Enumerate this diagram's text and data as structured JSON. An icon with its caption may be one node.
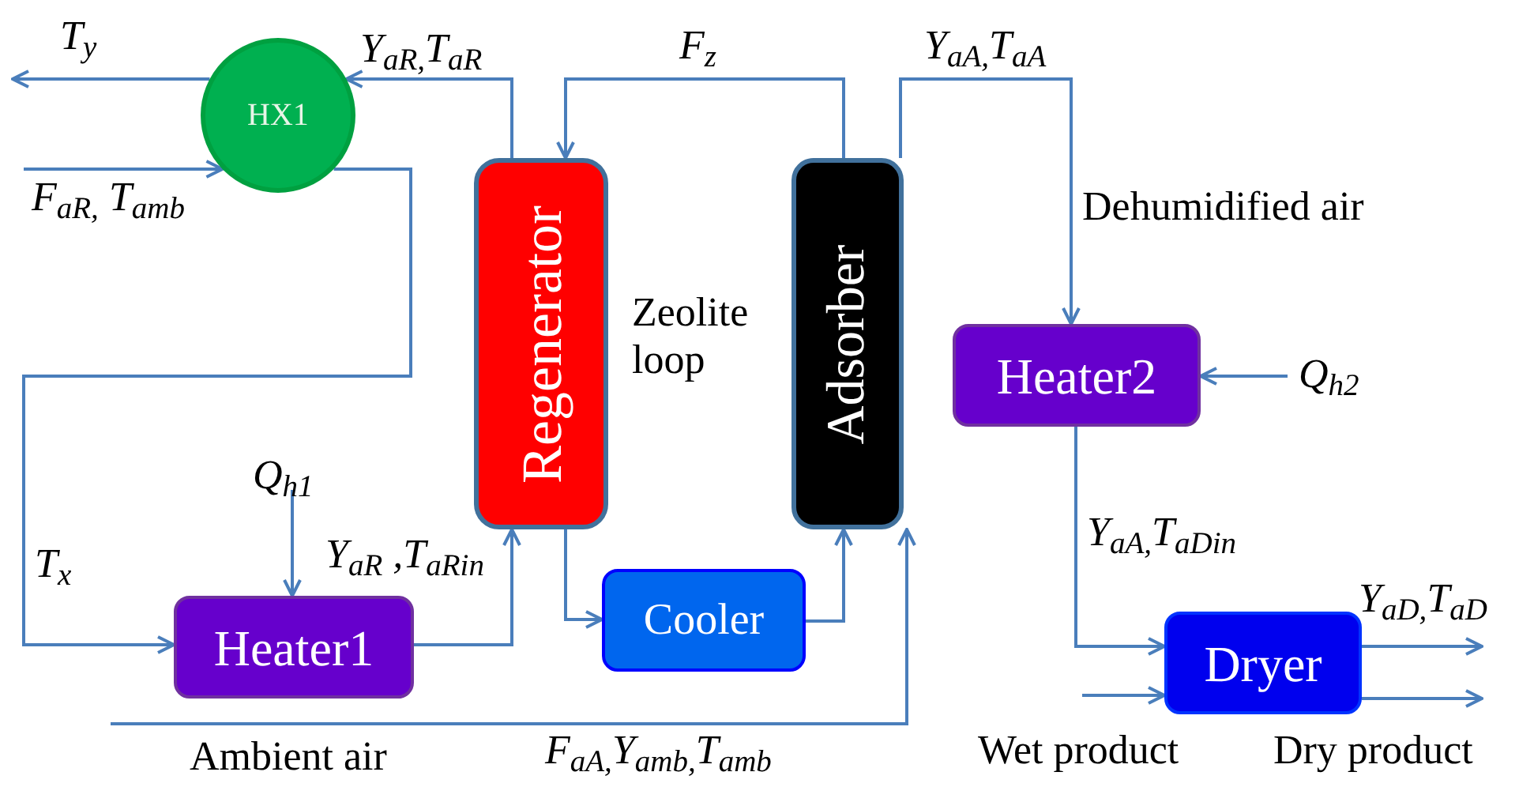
{
  "diagram": {
    "nodes": [
      {
        "text": [
          "HX1"
        ]
      },
      {
        "text": [
          "Regenerator"
        ]
      },
      {
        "text": [
          "Adsorber"
        ]
      },
      {
        "text": [
          "Heater2"
        ]
      },
      {
        "text": [
          "Heater1"
        ]
      },
      {
        "text": [
          "Cooler"
        ]
      },
      {
        "text": [
          "Dryer"
        ]
      }
    ],
    "edges": [
      {
        "from": 0,
        "to": null,
        "arrow": "to",
        "label": "T$_{y}$"
      },
      {
        "from": null,
        "to": 0,
        "arrow": "to",
        "label": "F$_{aR,}$ T$_{amb}$"
      },
      {
        "from": 1,
        "to": 0,
        "arrow": "to",
        "label": "Y$_{aR,}$T$_{aR}$"
      },
      {
        "from": 0,
        "to": 4,
        "arrow": "to",
        "label": "T$_{x}$"
      },
      {
        "from": 2,
        "to": 1,
        "arrow": "to",
        "label": "F$_{z}$"
      },
      {
        "from": 2,
        "to": 3,
        "arrow": "to",
        "label": "Y$_{aA,}$T$_{aA}$"
      },
      {
        "from": null,
        "to": 3,
        "arrow": "to",
        "label": "Q$_{h2}$"
      },
      {
        "from": null,
        "to": 4,
        "arrow": "to",
        "label": "Q$_{h1}$"
      },
      {
        "from": 4,
        "to": 1,
        "arrow": "to",
        "label": "Y$_{aR}$ ,T$_{aRin}$"
      },
      {
        "from": 1,
        "to": 5,
        "arrow": "to"
      },
      {
        "from": 5,
        "to": 2,
        "arrow": "to"
      },
      {
        "from": null,
        "to": 2,
        "arrow": "to",
        "label": "F$_{aA,}$Y$_{amb,}$T$_{amb}$"
      },
      {
        "from": 3,
        "to": 6,
        "arrow": "to",
        "label": "Y$_{aA,}$T$_{aDin}$"
      },
      {
        "from": null,
        "to": 6,
        "arrow": "to"
      },
      {
        "from": 6,
        "to": null,
        "arrow": "to",
        "label": "Y$_{aD,}$T$_{aD}$"
      },
      {
        "from": 6,
        "to": null,
        "arrow": "to"
      }
    ],
    "labels": [
      "Zeolite loop",
      "Dehumidified air",
      "Ambient air",
      "Wet product",
      "Dry product"
    ]
  }
}
